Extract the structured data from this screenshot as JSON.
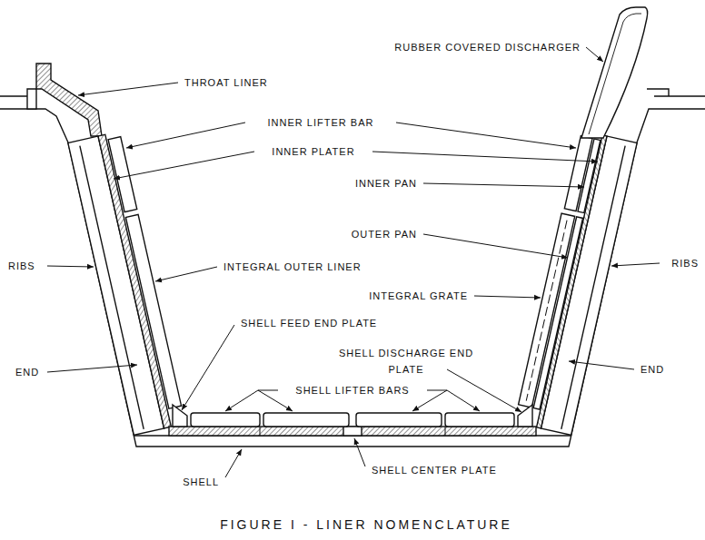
{
  "diagram": {
    "caption": "FIGURE I - LINER NOMENCLATURE",
    "labels": [
      "RUBBER COVERED DISCHARGER",
      "THROAT LINER",
      "INNER LIFTER BAR",
      "INNER PLATER",
      "INNER PAN",
      "OUTER PAN",
      "RIBS",
      "INTEGRAL OUTER LINER",
      "RIBS",
      "INTEGRAL GRATE",
      "SHELL FEED END PLATE",
      "SHELL DISCHARGE END PLATE",
      "END",
      "SHELL LIFTER BARS",
      "END",
      "SHELL CENTER PLATE",
      "SHELL"
    ]
  }
}
